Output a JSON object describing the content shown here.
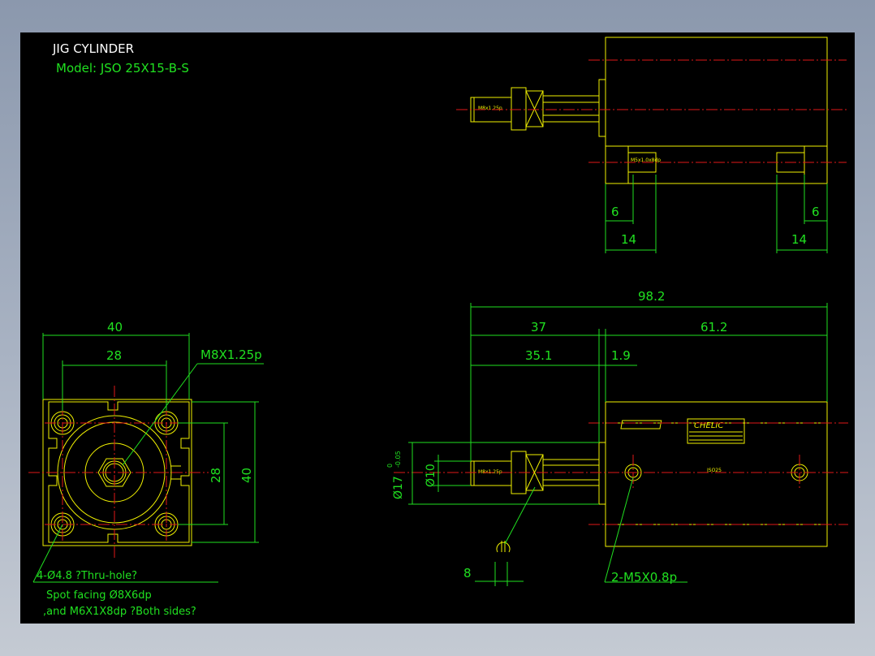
{
  "title": {
    "line1": "JIG CYLINDER",
    "line2": "Model:  JSO  25X15-B-S"
  },
  "colors": {
    "background": "#000000",
    "geometry": "#f0f000",
    "dimension": "#20e020",
    "centerline": "#e01818",
    "title": "#ffffff"
  },
  "top_view": {
    "rod_thread": "M8x1.25p",
    "port_thread": "M5x1.0x8dp",
    "dim_6_left": "6",
    "dim_6_right": "6",
    "dim_14_left": "14",
    "dim_14_right": "14"
  },
  "front_view": {
    "dim_width_outer": "40",
    "dim_width_inner": "28",
    "dim_height_inner": "28",
    "dim_height_outer": "40",
    "rod_thread": "M8X1.25p",
    "hole_note": "4-Ø4.8 ?Thru-hole?",
    "spot_note": "Spot facing  Ø8X6dp",
    "thread_note": ",and M6X1X8dp ?Both sides?"
  },
  "side_view": {
    "dim_total": "98.2",
    "dim_rod_length": "37",
    "dim_body": "61.2",
    "dim_rod_to_flange": "35.1",
    "dim_flange": "1.9",
    "dim_rod_dia": "Ø17",
    "tol_upper": "0",
    "tol_lower": "-0.05",
    "dim_thread_dia": "Ø10",
    "rod_thread": "M8x1.25p",
    "dim_wrench": "8",
    "port_note": "2-M5X0.8p",
    "brand": "CHELIC",
    "model_label": "JSO25"
  }
}
